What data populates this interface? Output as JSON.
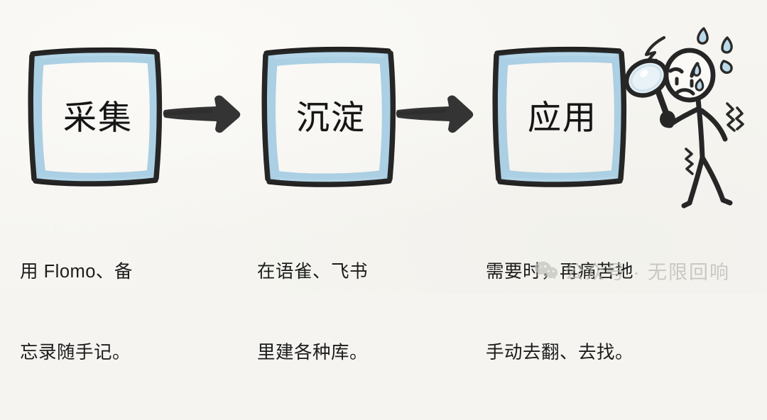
{
  "theme": {
    "background": "#f5f4f0",
    "ink": "#2b2b2b",
    "accent_blue": "#a8cde2",
    "text": "#1c1c1c",
    "watermark_gray": "#b9b9b4"
  },
  "steps": [
    {
      "id": "collect",
      "label": "采集",
      "caption_line1": "用 Flomo、备",
      "caption_line2": "忘录随手记。"
    },
    {
      "id": "settle",
      "label": "沉淀",
      "caption_line1": "在语雀、飞书",
      "caption_line2": "里建各种库。"
    },
    {
      "id": "apply",
      "label": "应用",
      "caption_line1": "需要时，再痛苦地",
      "caption_line2": "手动去翻、去找。"
    }
  ],
  "arrows": [
    {
      "id": "arrow-1",
      "name": "arrow-collect-to-settle"
    },
    {
      "id": "arrow-2",
      "name": "arrow-settle-to-apply"
    }
  ],
  "figure": {
    "name": "frustrated-stick-figure",
    "props": [
      "magnifying-glass",
      "sweat-drops",
      "anger-zigzag",
      "motion-squiggles"
    ],
    "expression": "frowning"
  },
  "watermark": {
    "icon": "wechat-icon",
    "text": "公众号 · 无限回响"
  }
}
